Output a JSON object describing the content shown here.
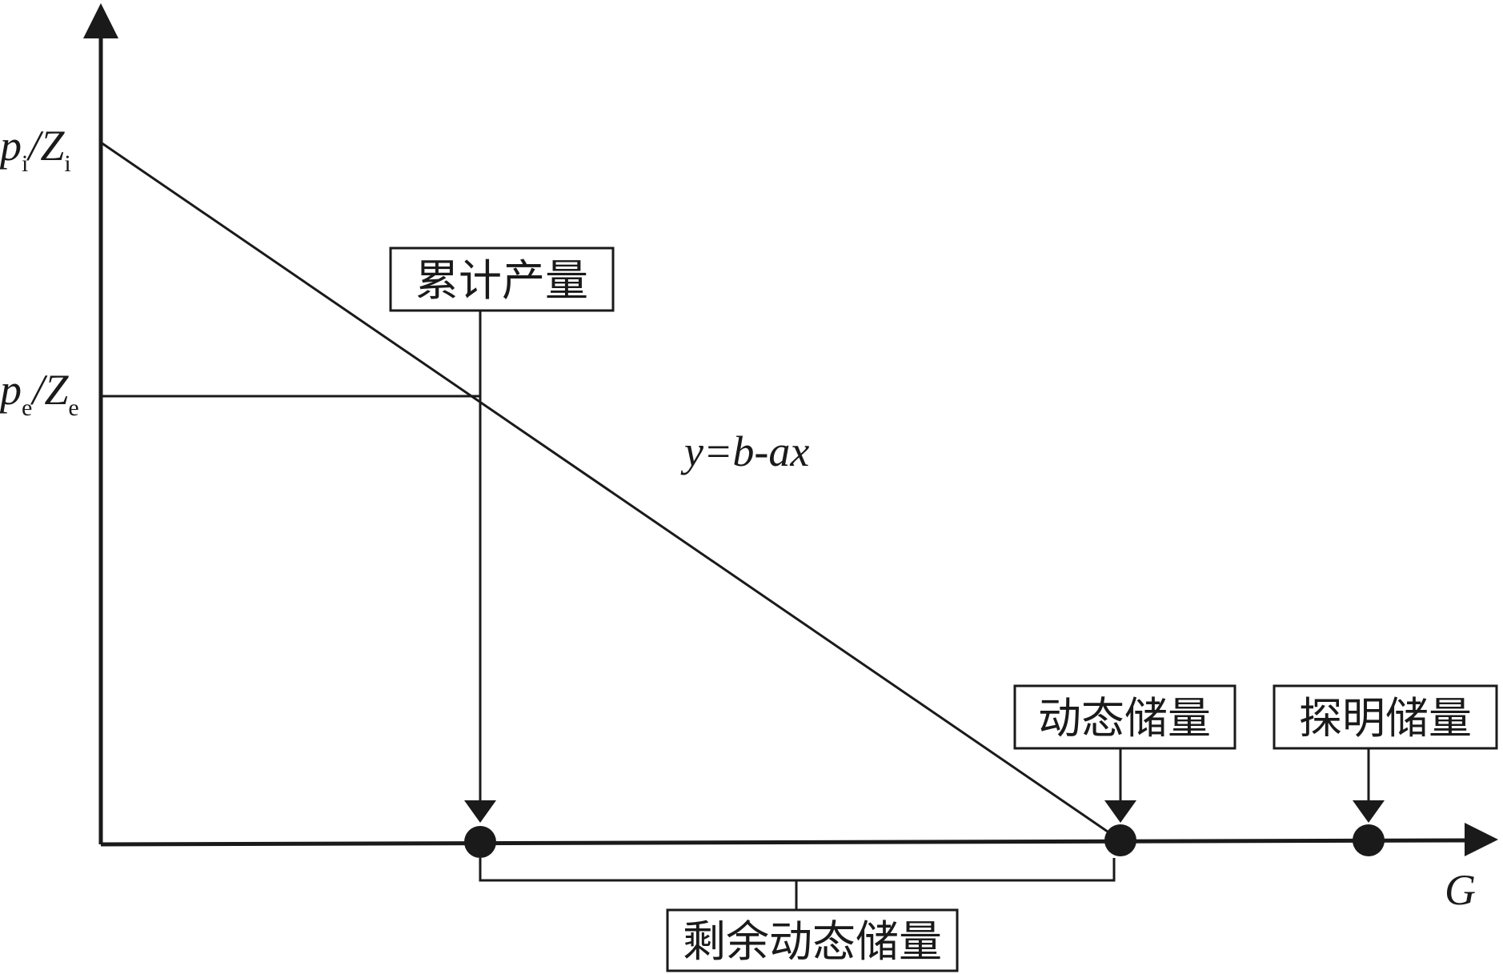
{
  "axes": {
    "y_label_top": {
      "base1": "p",
      "sub1": "i",
      "slash": "/",
      "base2": "Z",
      "sub2": "i"
    },
    "y_label_mid": {
      "base1": "p",
      "sub1": "e",
      "slash": "/",
      "base2": "Z",
      "sub2": "e"
    },
    "x_label": "G"
  },
  "equation": "y=b-ax",
  "labels": {
    "cumulative_production": "累计产量",
    "dynamic_reserves": "动态储量",
    "proven_reserves": "探明储量",
    "remaining_dynamic_reserves": "剩余动态储量"
  },
  "colors": {
    "ink": "#1a1a1a",
    "background": "#ffffff"
  }
}
